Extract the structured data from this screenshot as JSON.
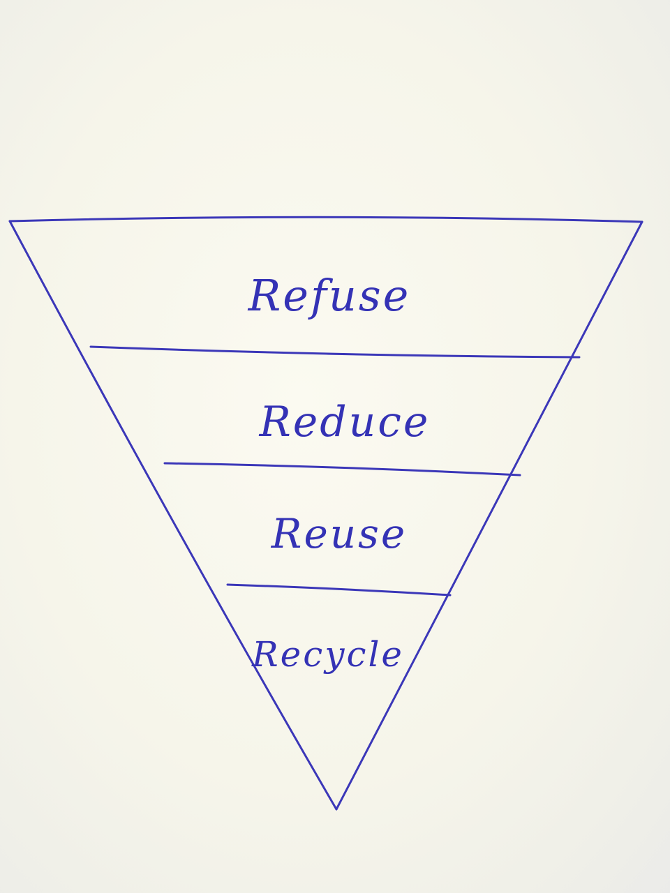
{
  "diagram": {
    "type": "inverted-pyramid",
    "ink_color": "#3b37b8",
    "tiers": [
      {
        "label": "Refuse"
      },
      {
        "label": "Reduce"
      },
      {
        "label": "Reuse"
      },
      {
        "label": "Recycle"
      }
    ]
  }
}
